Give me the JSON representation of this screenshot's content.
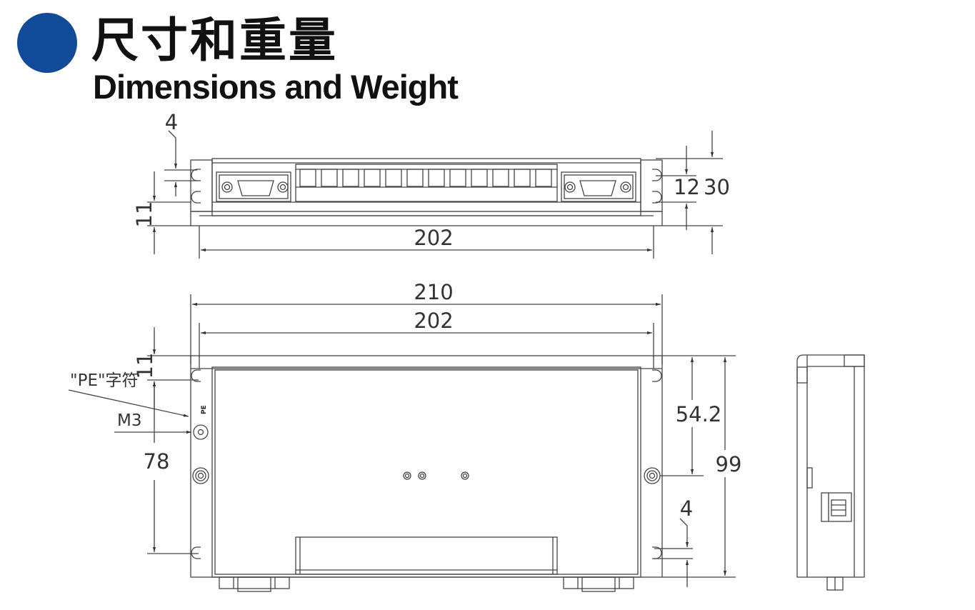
{
  "header": {
    "title_cn": "尺寸和重量",
    "title_en": "Dimensions and Weight",
    "accent_color": "#124a9a"
  },
  "top_view": {
    "dim_4": "4",
    "dim_11": "11",
    "dim_12": "12",
    "dim_30": "30",
    "dim_202": "202"
  },
  "front_view": {
    "dim_210": "210",
    "dim_202": "202",
    "dim_11": "11",
    "dim_78": "78",
    "dim_54_2": "54.2",
    "dim_99": "99",
    "dim_4": "4",
    "label_pe_char": "\"PE\"字符",
    "label_m3": "M3",
    "pe_mark": "PE"
  },
  "icons": {
    "header_dot": "blue-circle-bullet",
    "connector": "db9-connector-icon",
    "screw": "screw-hole-icon",
    "led": "indicator-led-icon"
  }
}
